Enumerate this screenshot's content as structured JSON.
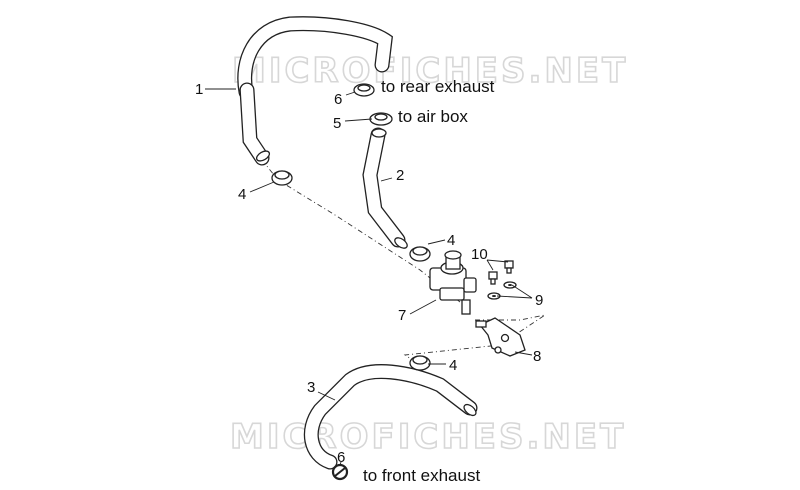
{
  "watermark": {
    "text": "MICROFICHES.NET"
  },
  "callouts": {
    "p1": "1",
    "p2": "2",
    "p3": "3",
    "p4a": "4",
    "p4b": "4",
    "p4c": "4",
    "p5": "5",
    "p6a": "6",
    "p6b": "6",
    "p7": "7",
    "p8": "8",
    "p9": "9",
    "p10": "10"
  },
  "destinations": {
    "rear_exhaust": "to rear exhaust",
    "air_box": "to air box",
    "front_exhaust": "to front exhaust"
  }
}
